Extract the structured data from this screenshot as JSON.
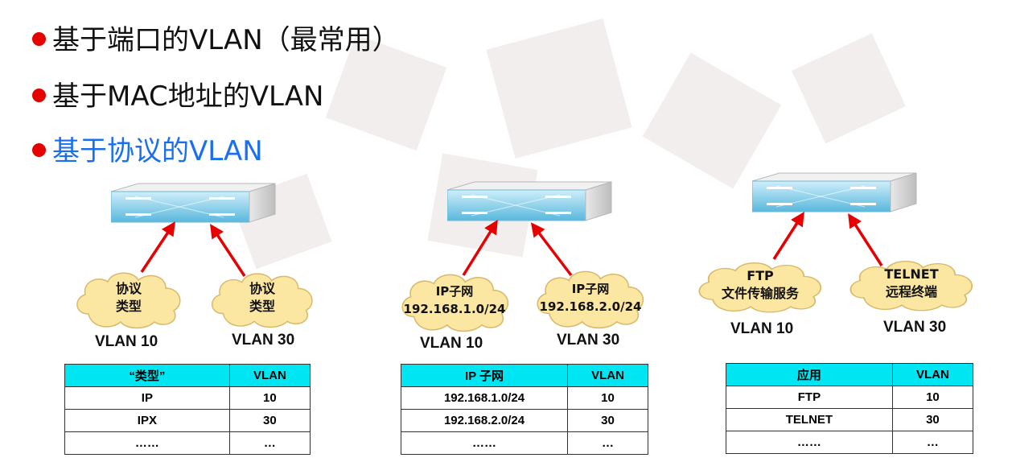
{
  "bullets": [
    {
      "text": "基于端口的VLAN（最常用）",
      "color": "#111111"
    },
    {
      "text": "基于MAC地址的VLAN",
      "color": "#111111"
    },
    {
      "text": "基于协议的VLAN",
      "color": "#1a6ff0"
    }
  ],
  "colors": {
    "bullet_dot": "#e60000",
    "arrow": "#e60000",
    "table_header": "#00e5f2",
    "cloud": "#fbe6a2",
    "switch_top": "#9fdcef"
  },
  "icons": [
    "network-switch-icon",
    "cloud-icon",
    "arrow-icon"
  ],
  "panels": [
    {
      "cloud_left": "协议\n类型",
      "cloud_right": "协议\n类型",
      "vlan_left": "VLAN 10",
      "vlan_right": "VLAN 30",
      "table": {
        "headers": [
          "“类型”",
          "VLAN"
        ],
        "rows": [
          [
            "IP",
            "10"
          ],
          [
            "IPX",
            "30"
          ],
          [
            "……",
            "…"
          ]
        ]
      }
    },
    {
      "cloud_left": "IP子网\n192.168.1.0/24",
      "cloud_right": "IP子网\n192.168.2.0/24",
      "vlan_left": "VLAN 10",
      "vlan_right": "VLAN 30",
      "table": {
        "headers": [
          "IP 子网",
          "VLAN"
        ],
        "rows": [
          [
            "192.168.1.0/24",
            "10"
          ],
          [
            "192.168.2.0/24",
            "30"
          ],
          [
            "……",
            "…"
          ]
        ]
      }
    },
    {
      "cloud_left": "FTP\n文件传输服务",
      "cloud_right": "TELNET\n远程终端",
      "vlan_left": "VLAN 10",
      "vlan_right": "VLAN 30",
      "table": {
        "headers": [
          "应用",
          "VLAN"
        ],
        "rows": [
          [
            "FTP",
            "10"
          ],
          [
            "TELNET",
            "30"
          ],
          [
            "……",
            "…"
          ]
        ]
      }
    }
  ]
}
